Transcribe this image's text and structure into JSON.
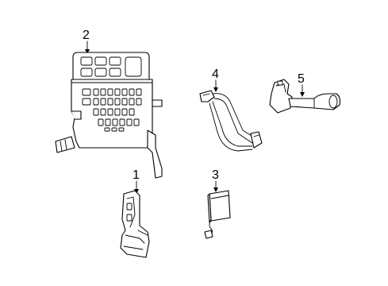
{
  "callouts": {
    "part_1": "1",
    "part_2": "2",
    "part_3": "3",
    "part_4": "4",
    "part_5": "5"
  }
}
